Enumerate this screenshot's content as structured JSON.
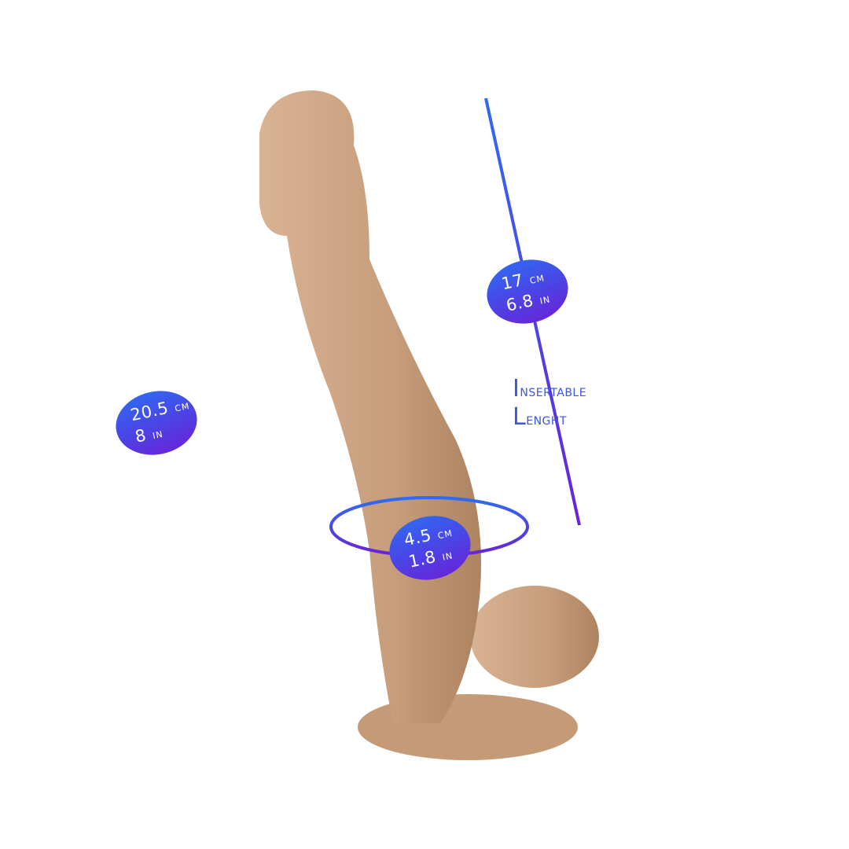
{
  "measurements": {
    "total_length": {
      "cm_value": "20.5",
      "cm_unit": "cm",
      "in_value": "8",
      "in_unit": "in"
    },
    "insertable_length": {
      "cm_value": "17",
      "cm_unit": "cm",
      "in_value": "6.8",
      "in_unit": "in"
    },
    "diameter": {
      "cm_value": "4.5",
      "cm_unit": "cm",
      "in_value": "1.8",
      "in_unit": "in"
    }
  },
  "insertable_label": {
    "line1": "Insertable",
    "line2": "Lenght"
  },
  "colors": {
    "line_start": "#2f6bf2",
    "line_end": "#6a22d6",
    "product": "#c9a07f"
  }
}
